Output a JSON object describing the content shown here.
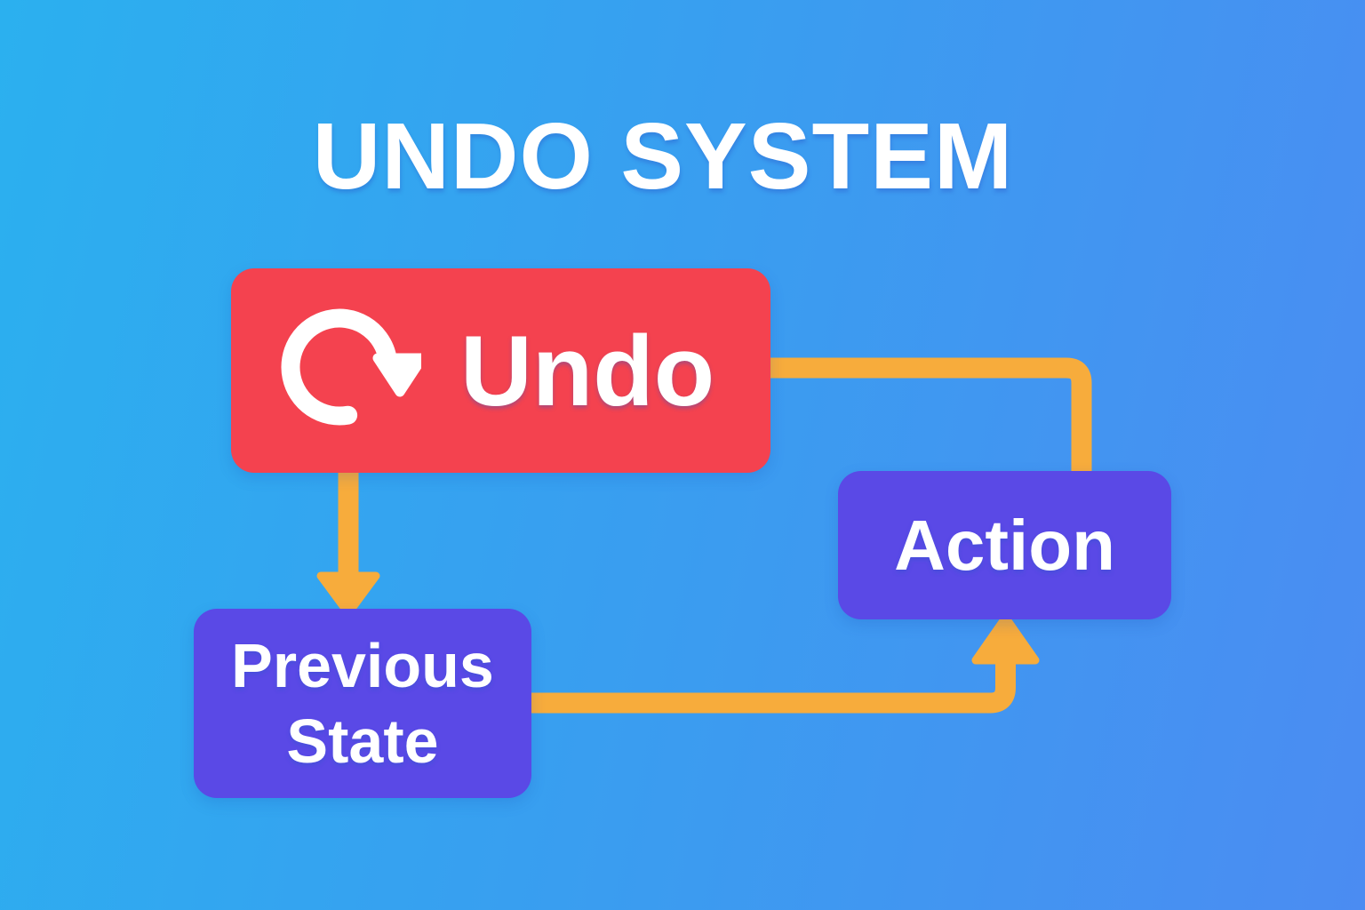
{
  "title": "UNDO SYSTEM",
  "diagram": {
    "nodes": {
      "undo": {
        "label": "Undo",
        "icon": "undo-rotate-icon",
        "color": "#f4424f",
        "text_color": "#ffffff"
      },
      "action": {
        "label": "Action",
        "color": "#5a49e6",
        "text_color": "#ffffff"
      },
      "previous_state": {
        "label": "Previous State",
        "label_line1": "Previous",
        "label_line2": "State",
        "color": "#5a49e6",
        "text_color": "#ffffff"
      }
    },
    "edges": [
      {
        "from": "undo",
        "to": "action",
        "shape": "elbow-right-then-down",
        "arrowhead": "none"
      },
      {
        "from": "undo",
        "to": "previous_state",
        "shape": "straight-down",
        "arrowhead": "down"
      },
      {
        "from": "previous_state",
        "to": "action",
        "shape": "elbow-right-then-up",
        "arrowhead": "up"
      }
    ],
    "connector_color": "#f7ac3c",
    "icon_color": "#ffffff"
  },
  "colors": {
    "background_gradient_start": "#2bb0ef",
    "background_gradient_end": "#4b8cf2",
    "title_color": "#ffffff"
  }
}
